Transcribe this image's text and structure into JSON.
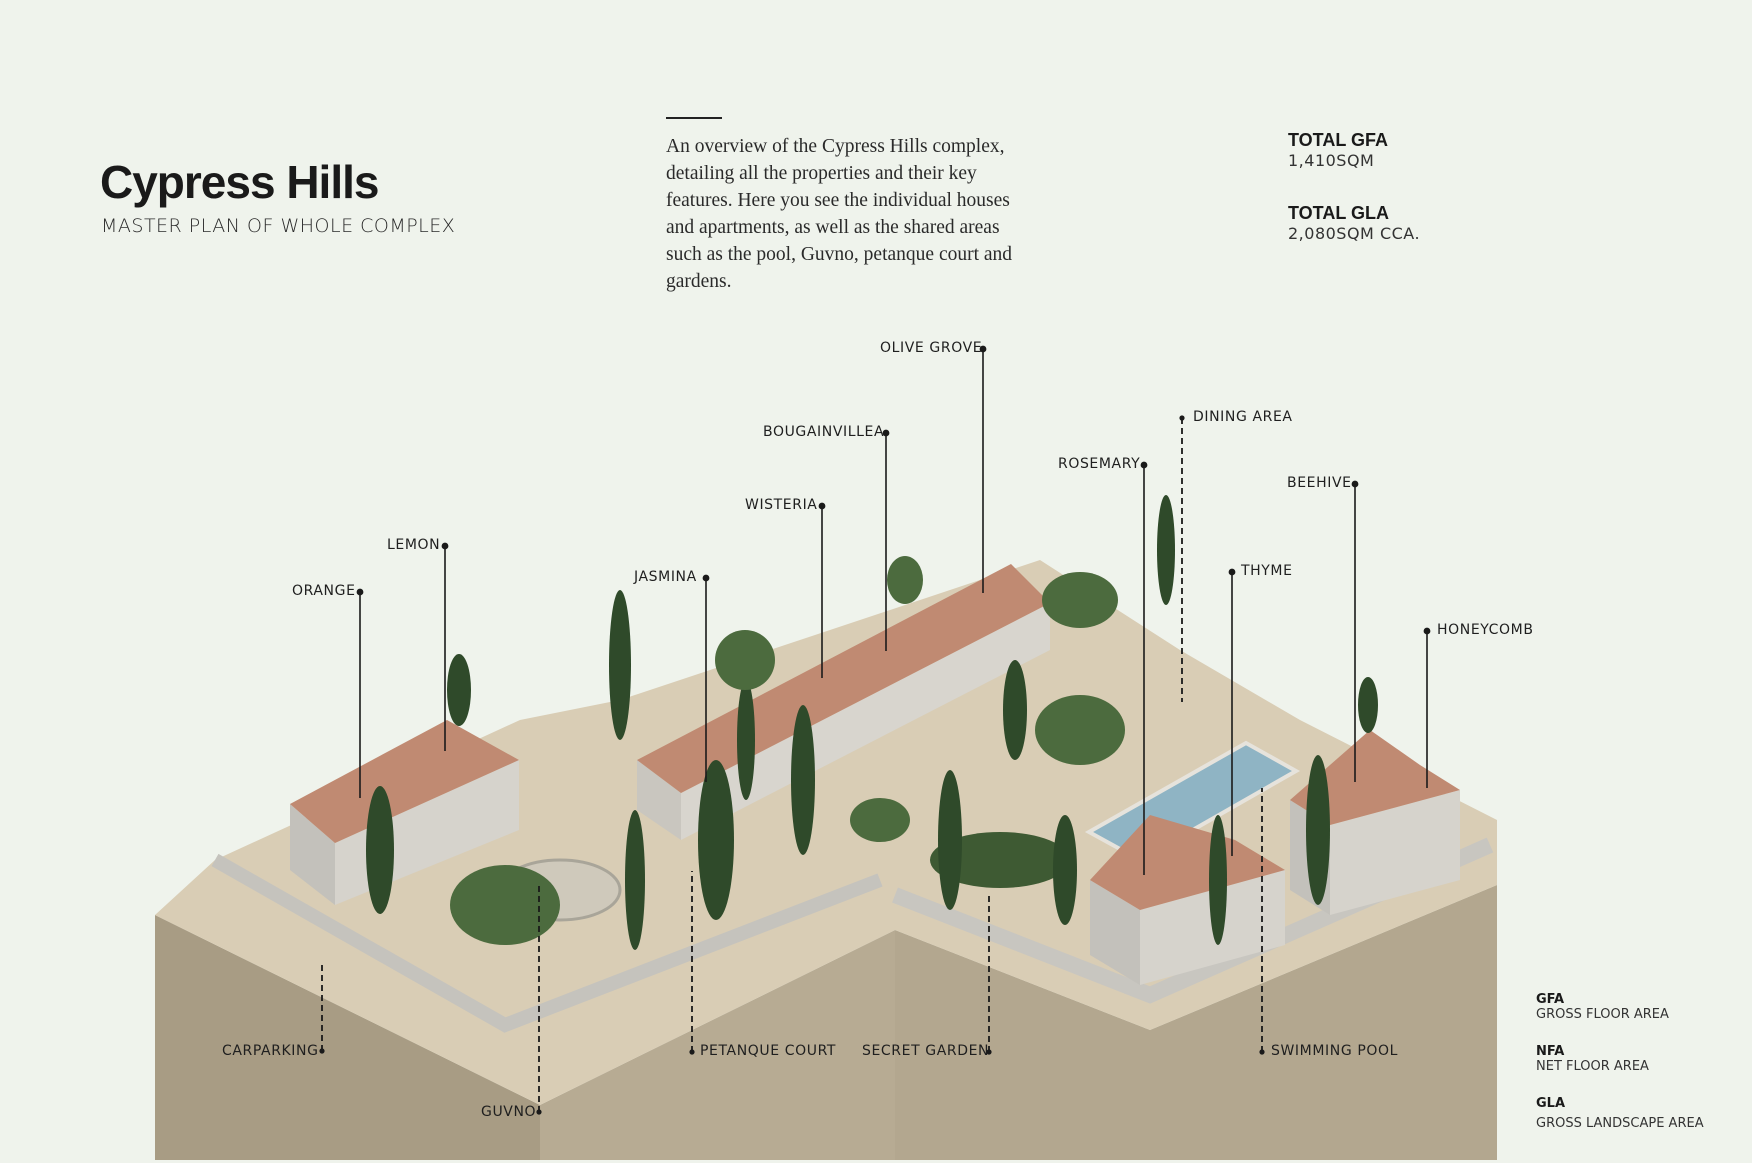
{
  "header": {
    "title": "Cypress Hills",
    "subtitle": "MASTER PLAN OF WHOLE COMPLEX",
    "intro": "An overview of the Cypress Hills complex, detailing all the properties and their key features.  Here you see the individual houses and apartments, as well as the shared areas such as the pool, Guvno, petanque court and gardens."
  },
  "stats": [
    {
      "label": "TOTAL GFA",
      "value": "1,410SQM"
    },
    {
      "label": "TOTAL GLA",
      "value": "2,080SQM CCA."
    }
  ],
  "labels": {
    "olive_grove": "OLIVE GROVE",
    "bougainvillea": "BOUGAINVILLEA",
    "wisteria": "WISTERIA",
    "jasmina": "JASMINA",
    "lemon": "LEMON",
    "orange": "ORANGE",
    "rosemary": "ROSEMARY",
    "dining_area": "DINING AREA",
    "beehive": "BEEHIVE",
    "thyme": "THYME",
    "honeycomb": "HONEYCOMB",
    "carparking": "CARPARKING",
    "guvno": "GUVNO",
    "petanque_court": "PETANQUE COURT",
    "secret_garden": "SECRET GARDEN",
    "swimming_pool": "SWIMMING POOL"
  },
  "legend": [
    {
      "abbr": "GFA",
      "full": "GROSS FLOOR AREA"
    },
    {
      "abbr": "NFA",
      "full": "NET FLOOR AREA"
    },
    {
      "abbr": "GLA",
      "full": "GROSS LANDSCAPE AREA"
    }
  ],
  "colors": {
    "background": "#eff3ec",
    "soil": "#b3a78f",
    "roof": "#c08a72",
    "pool": "#8fb4c4",
    "tree": "#2f4a2a"
  }
}
